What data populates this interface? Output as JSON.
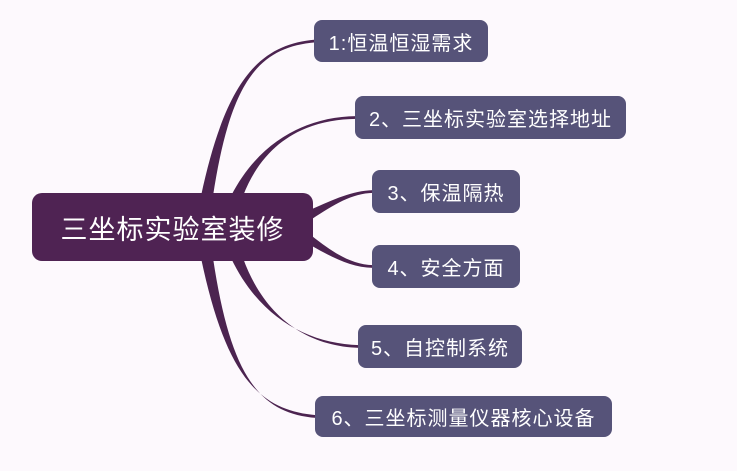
{
  "mindmap": {
    "root": {
      "label": "三坐标实验室装修"
    },
    "branches": [
      {
        "label": "1:恒温恒湿需求"
      },
      {
        "label": "2、三坐标实验室选择地址"
      },
      {
        "label": "3、保温隔热"
      },
      {
        "label": "4、安全方面"
      },
      {
        "label": "5、自控制系统"
      },
      {
        "label": "6、三坐标测量仪器核心设备"
      }
    ],
    "colors": {
      "background": "#fdf9fd",
      "root_fill": "#4f2353",
      "branch_fill": "#565379",
      "connector": "#4c2450",
      "text": "#ffffff"
    }
  }
}
